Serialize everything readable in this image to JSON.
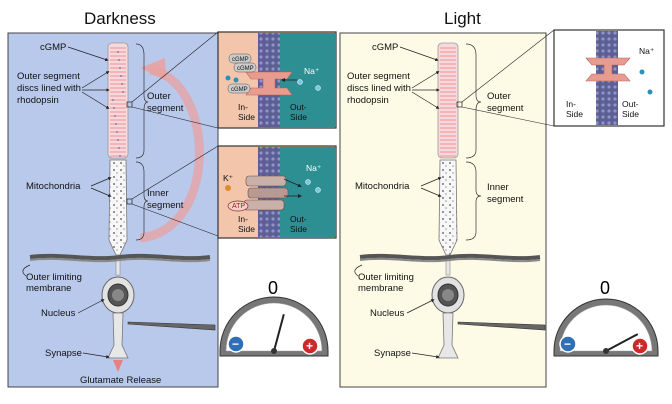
{
  "panels": {
    "darkness": {
      "title": "Darkness",
      "labels": {
        "cgmp": "cGMP",
        "outer_discs": [
          "Outer segment",
          "discs lined with",
          "rhodopsin"
        ],
        "outer_segment": [
          "Outer",
          "segment"
        ],
        "inner_segment": [
          "Inner",
          "segment"
        ],
        "mitochondria": "Mitochondria",
        "olm": [
          "Outer limiting",
          "membrane"
        ],
        "nucleus": "Nucleus",
        "synapse": "Synapse",
        "glutamate": "Glutamate Release"
      },
      "inset_top": {
        "cgmp_tags": [
          "cGMP",
          "cGMP",
          "cGMP"
        ],
        "ion": "Na⁺",
        "inside": [
          "In-",
          "Side"
        ],
        "outside": [
          "Out-",
          "Side"
        ]
      },
      "inset_bottom": {
        "k": "K⁺",
        "atp": "ATP",
        "na": "Na⁺",
        "inside": [
          "In-",
          "Side"
        ],
        "outside": [
          "Out-",
          "Side"
        ]
      },
      "meter": {
        "zero": "0",
        "minus": "−",
        "plus": "+",
        "needle_angle_deg": -15
      }
    },
    "light": {
      "title": "Light",
      "labels": {
        "cgmp": "cGMP",
        "outer_discs": [
          "Outer segment",
          "discs lined with",
          "rhodopsin"
        ],
        "outer_segment": [
          "Outer",
          "segment"
        ],
        "inner_segment": [
          "Inner",
          "segment"
        ],
        "mitochondria": "Mitochondria",
        "olm": [
          "Outer limiting",
          "membrane"
        ],
        "nucleus": "Nucleus",
        "synapse": "Synapse"
      },
      "inset_top": {
        "ion": "Na⁺",
        "inside": [
          "In-",
          "Side"
        ],
        "outside": [
          "Out-",
          "Side"
        ]
      },
      "meter": {
        "zero": "0",
        "minus": "−",
        "plus": "+",
        "needle_angle_deg": -62
      }
    }
  },
  "colors": {
    "dark_bg": "#b9c9ec",
    "light_bg": "#fdfbe6",
    "disc_pink": "#f4b4b8",
    "channel": "#e89c8f",
    "membrane": "#5a5a8a",
    "inset_left": "#f3c6ab",
    "inset_right": "#2e8f93",
    "minus": "#2f6fb8",
    "plus": "#cc2a2a"
  }
}
